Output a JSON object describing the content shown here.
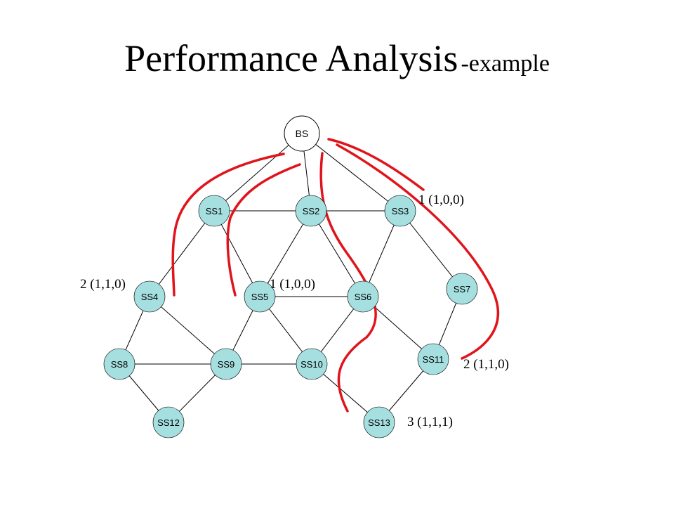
{
  "slide": {
    "title": "Performance Analysis",
    "subtitle": "-example"
  },
  "diagram": {
    "nodes": [
      {
        "id": "BS",
        "label": "BS"
      },
      {
        "id": "SS1",
        "label": "SS1"
      },
      {
        "id": "SS2",
        "label": "SS2"
      },
      {
        "id": "SS3",
        "label": "SS3"
      },
      {
        "id": "SS4",
        "label": "SS4"
      },
      {
        "id": "SS5",
        "label": "SS5"
      },
      {
        "id": "SS6",
        "label": "SS6"
      },
      {
        "id": "SS7",
        "label": "SS7"
      },
      {
        "id": "SS8",
        "label": "SS8"
      },
      {
        "id": "SS9",
        "label": "SS9"
      },
      {
        "id": "SS10",
        "label": "SS10"
      },
      {
        "id": "SS11",
        "label": "SS11"
      },
      {
        "id": "SS12",
        "label": "SS12"
      },
      {
        "id": "SS13",
        "label": "SS13"
      }
    ],
    "edges": [
      [
        "BS",
        "SS1"
      ],
      [
        "BS",
        "SS2"
      ],
      [
        "BS",
        "SS3"
      ],
      [
        "SS1",
        "SS2"
      ],
      [
        "SS2",
        "SS3"
      ],
      [
        "SS1",
        "SS4"
      ],
      [
        "SS1",
        "SS5"
      ],
      [
        "SS2",
        "SS5"
      ],
      [
        "SS2",
        "SS6"
      ],
      [
        "SS3",
        "SS6"
      ],
      [
        "SS3",
        "SS7"
      ],
      [
        "SS5",
        "SS6"
      ],
      [
        "SS4",
        "SS8"
      ],
      [
        "SS4",
        "SS9"
      ],
      [
        "SS5",
        "SS9"
      ],
      [
        "SS5",
        "SS10"
      ],
      [
        "SS6",
        "SS10"
      ],
      [
        "SS6",
        "SS11"
      ],
      [
        "SS7",
        "SS11"
      ],
      [
        "SS8",
        "SS9"
      ],
      [
        "SS9",
        "SS10"
      ],
      [
        "SS8",
        "SS12"
      ],
      [
        "SS9",
        "SS12"
      ],
      [
        "SS10",
        "SS13"
      ],
      [
        "SS11",
        "SS13"
      ]
    ],
    "annotations": [
      {
        "id": "ann-ss3",
        "text": "1 (1,0,0)"
      },
      {
        "id": "ann-ss4",
        "text": "2 (1,1,0)"
      },
      {
        "id": "ann-ss5",
        "text": "1 (1,0,0)"
      },
      {
        "id": "ann-ss11",
        "text": "2 (1,1,0)"
      },
      {
        "id": "ann-ss13",
        "text": "3 (1,1,1)"
      }
    ],
    "colors": {
      "node_fill": "#a6dfe0",
      "bs_fill": "#ffffff",
      "edge": "#000000",
      "path": "#e0141b"
    }
  }
}
